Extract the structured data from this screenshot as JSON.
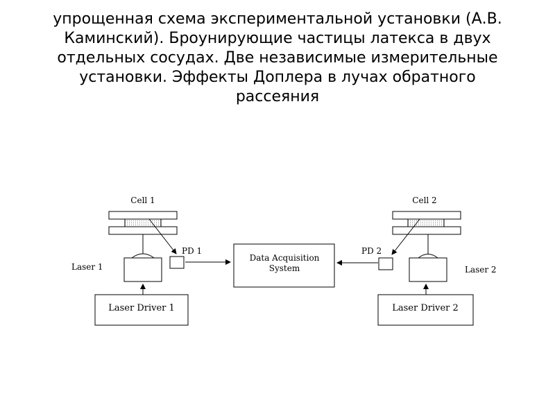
{
  "title": {
    "lines": [
      "упрощенная схема экспериментальной установки (А.В.",
      "Каминский). Броунирующие частицы латекса в двух",
      "отдельных сосудах. Две независимые измерительные",
      "установки. Эффекты Доплера  в лучах обратного",
      "рассеяния"
    ]
  },
  "diagram": {
    "cell1_label": "Cell 1",
    "cell2_label": "Cell 2",
    "pd1_label": "PD 1",
    "pd2_label": "PD 2",
    "laser1_label": "Laser 1",
    "laser2_label": "Laser 2",
    "driver1_label": "Laser Driver 1",
    "driver2_label": "Laser Driver 2",
    "daq_line1": "Data Acquisition",
    "daq_line2": "System"
  }
}
